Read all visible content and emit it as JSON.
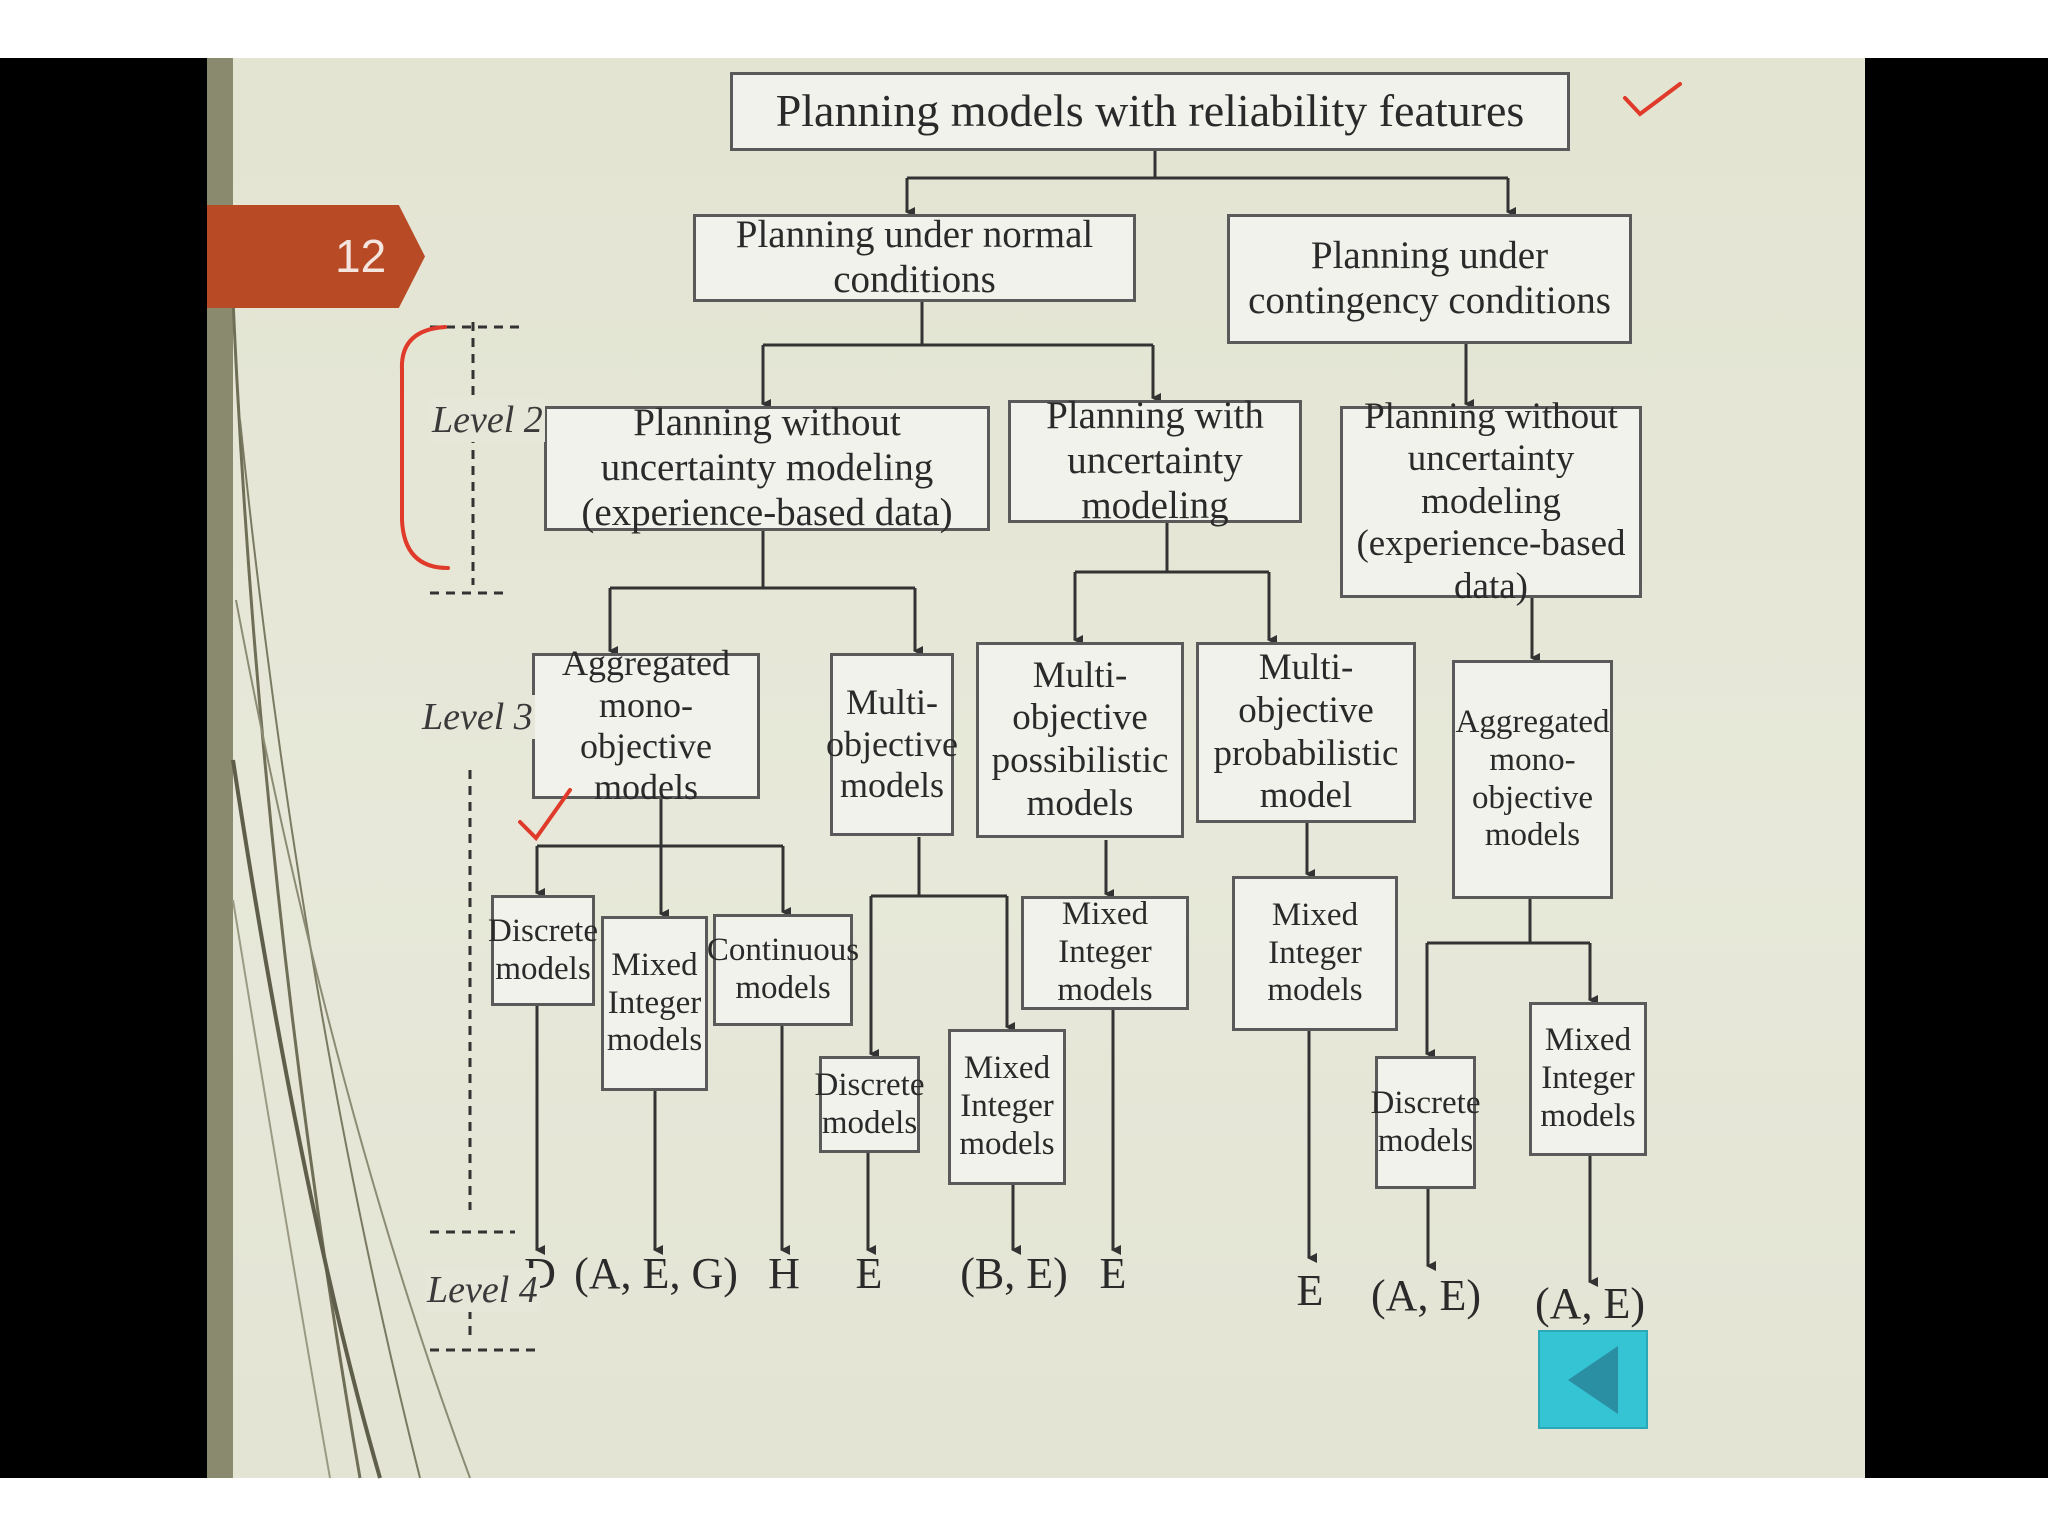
{
  "slide": {
    "page_number": "12",
    "title": "Planning models with reliability features",
    "level_labels": [
      "Level 2",
      "Level 3",
      "Level 4"
    ]
  },
  "nodes": {
    "normal": "Planning under normal conditions",
    "contingency": "Planning under contingency conditions",
    "without_uncertainty": "Planning without uncertainty modeling (experience-based data)",
    "with_uncertainty": "Planning with uncertainty modeling",
    "contingency_without_uncertainty": "Planning without uncertainty modeling (experience-based data)",
    "aggregated_mono": "Aggregated mono-objective models",
    "multi_objective": "Multi-objective models",
    "multi_possibilistic": "Multi-objective possibilistic models",
    "multi_probabilistic": "Multi-objective probabilistic model",
    "contingency_aggregated_mono": "Aggregated mono-objective models",
    "discrete_1": "Discrete models",
    "mixed_integer_1": "Mixed Integer models",
    "continuous_1": "Continuous models",
    "discrete_2": "Discrete models",
    "mixed_integer_2": "Mixed Integer models",
    "mixed_integer_3": "Mixed Integer models",
    "mixed_integer_4": "Mixed Integer models",
    "discrete_3": "Discrete models",
    "mixed_integer_5": "Mixed Integer models"
  },
  "leaves": [
    "D",
    "(A, E, G)",
    "H",
    "E",
    "(B, E)",
    "E",
    "E",
    "(A, E)",
    "(A, E)"
  ],
  "colors": {
    "slide_background": "#e5e6d6",
    "page_tab": "#b94a26",
    "box_border": "#5a5a5a",
    "annotation_red": "#e03a2a",
    "nav_button": "#35c4d4"
  },
  "icons": {
    "back_button": "triangle-left-icon",
    "annotations": [
      "checkmark-icon",
      "brace-icon"
    ]
  }
}
